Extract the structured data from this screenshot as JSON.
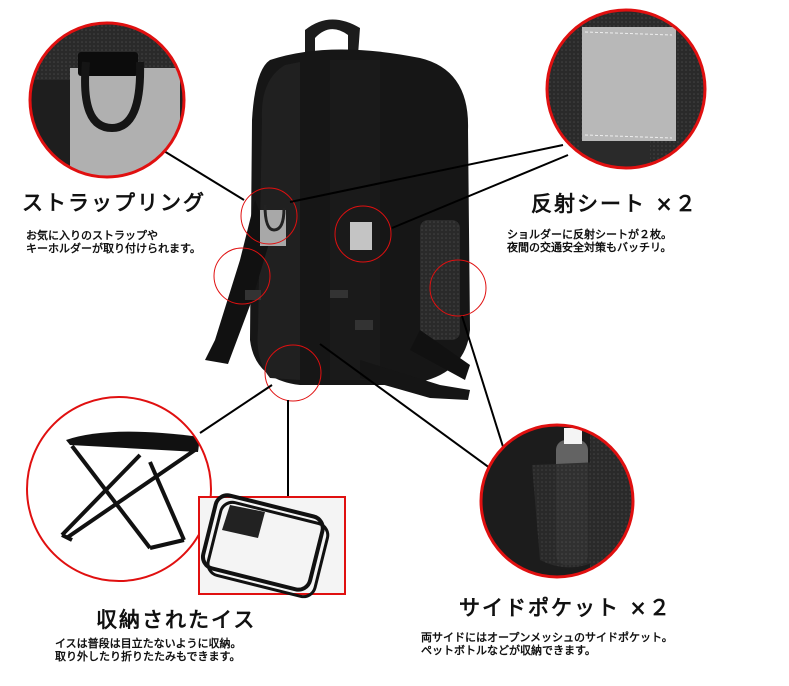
{
  "features": [
    {
      "id": "strap-ring",
      "title": "ストラップリング",
      "description_lines": [
        "お気に入りのストラップや",
        "キーホルダーが取り付けられます。"
      ]
    },
    {
      "id": "reflector",
      "title": "反射シート ×２",
      "description_lines": [
        "ショルダーに反射シートが２枚。",
        "夜間の交通安全対策もバッチリ。"
      ]
    },
    {
      "id": "chair",
      "title": "収納されたイス",
      "description_lines": [
        "イスは普段は目立たないように収納。",
        "取り外したり折りたたみもできます。"
      ]
    },
    {
      "id": "side-pocket",
      "title": "サイドポケット ×２",
      "description_lines": [
        "両サイドにはオープンメッシュのサイドポケット。",
        "ペットボトルなどが収納できます。"
      ]
    }
  ],
  "colors": {
    "highlight_ring": "#e01010",
    "callout_line": "#000000",
    "bag": "#1a1a1a",
    "reflector": "#b8b8b8"
  }
}
